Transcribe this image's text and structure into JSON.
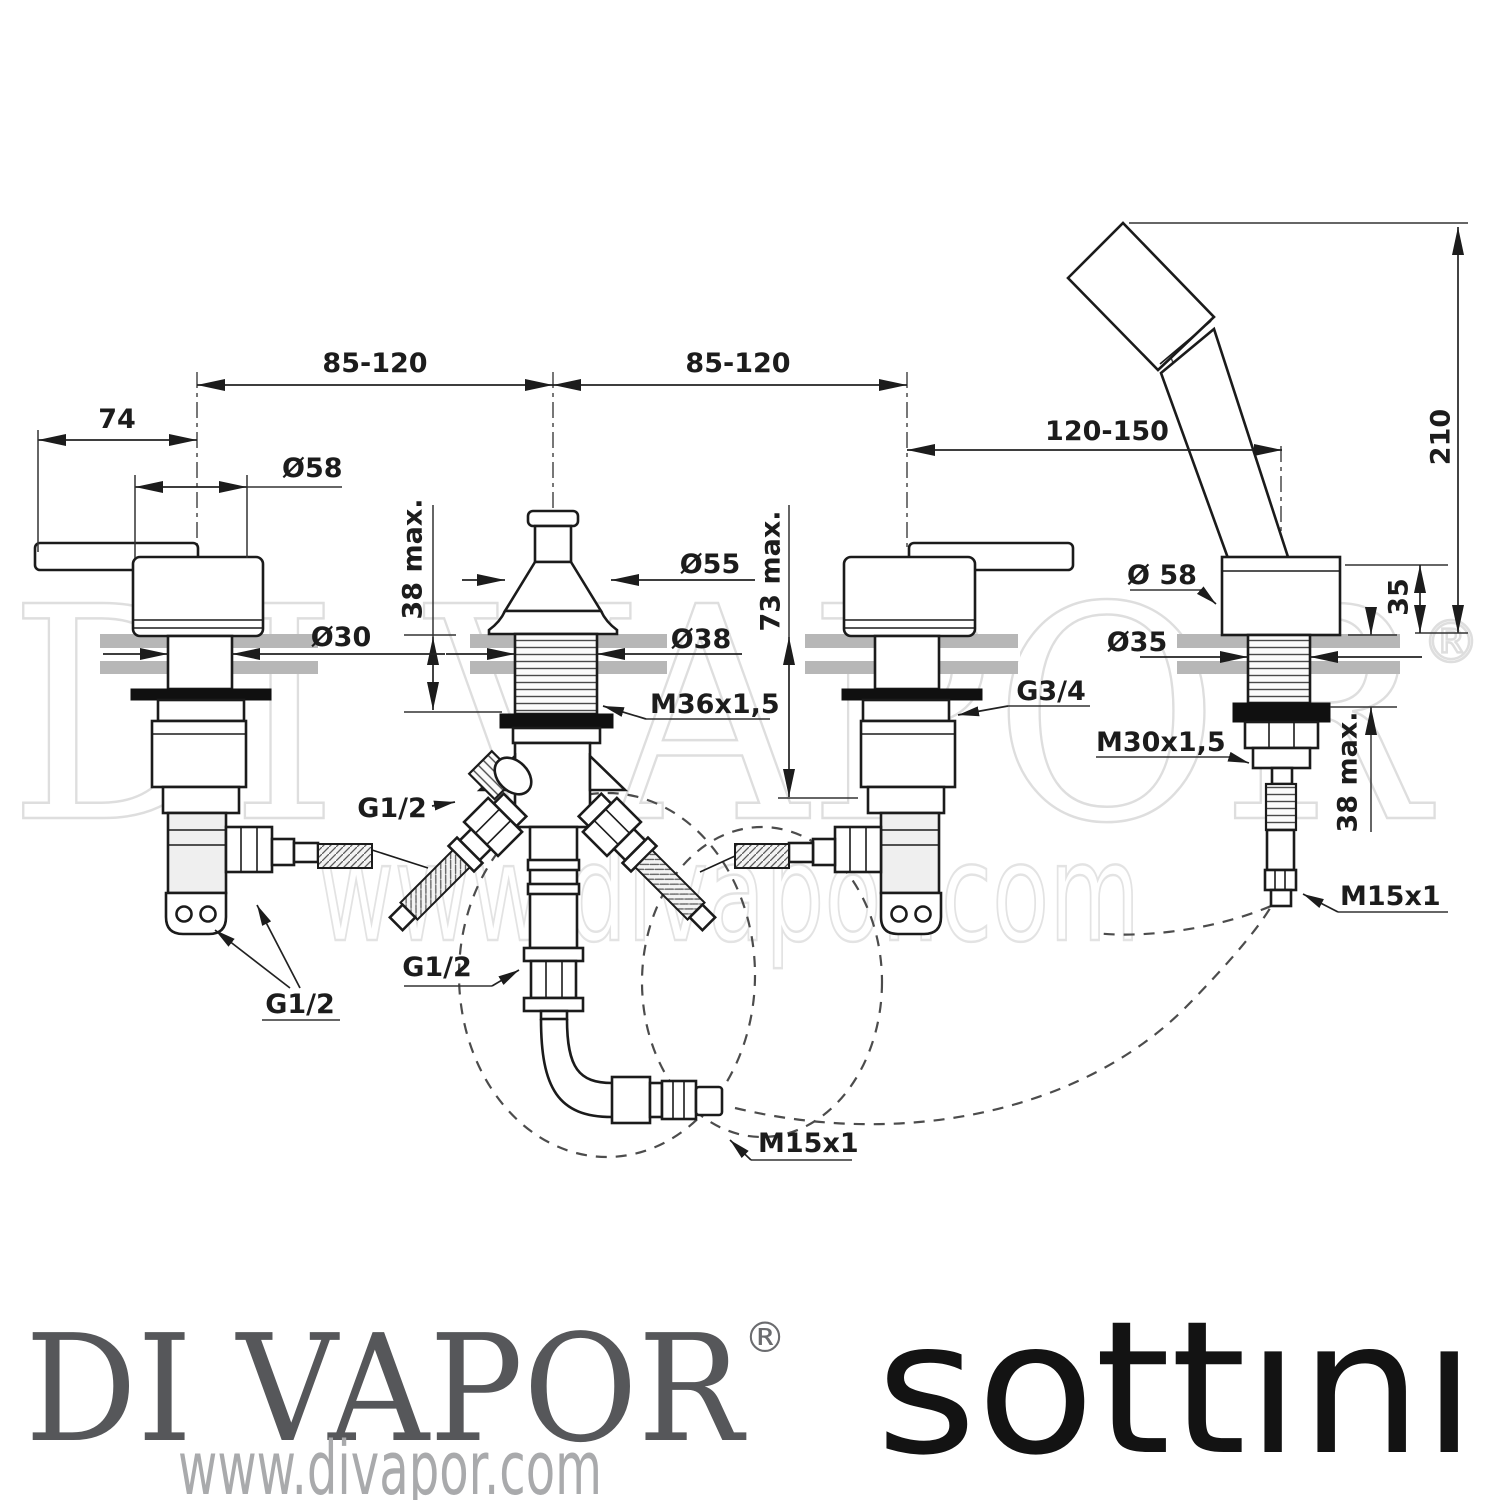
{
  "diagram": {
    "type": "bath-shower-mixer-technical-drawing",
    "labels": {
      "span_left": "85-120",
      "span_right": "85-120",
      "lever_length": "74",
      "handle_diameter": "Ø58",
      "hole_diameter_valve": "Ø30",
      "deck_thickness_left": "38 max.",
      "spout_top_diameter": "Ø55",
      "hole_diameter_spout": "Ø38",
      "spout_thread": "M36x1,5",
      "spout_depth": "73 max.",
      "valve_connection": "G3/4",
      "shower_span": "120-150",
      "shower_height": "210",
      "shower_base_diameter": "Ø 58",
      "shower_base_height": "35",
      "hole_diameter_shower": "Ø35",
      "shower_mount_thread": "M30x1,5",
      "deck_thickness_shower": "38 max.",
      "shower_hose_thread": "M15x1",
      "tee_inlet_thread": "G1/2",
      "tee_outlet_thread": "G1/2",
      "valve_inlet_thread": "G1/2",
      "outlet_hose_thread": "M15x1"
    },
    "watermark": {
      "brand": "DI VAPOR",
      "registered": "®",
      "url": "www.divapor.com"
    },
    "footer": {
      "brand": "DI VAPOR",
      "registered": "®",
      "url": "www.divapor.com",
      "manufacturer": "sottını"
    }
  }
}
